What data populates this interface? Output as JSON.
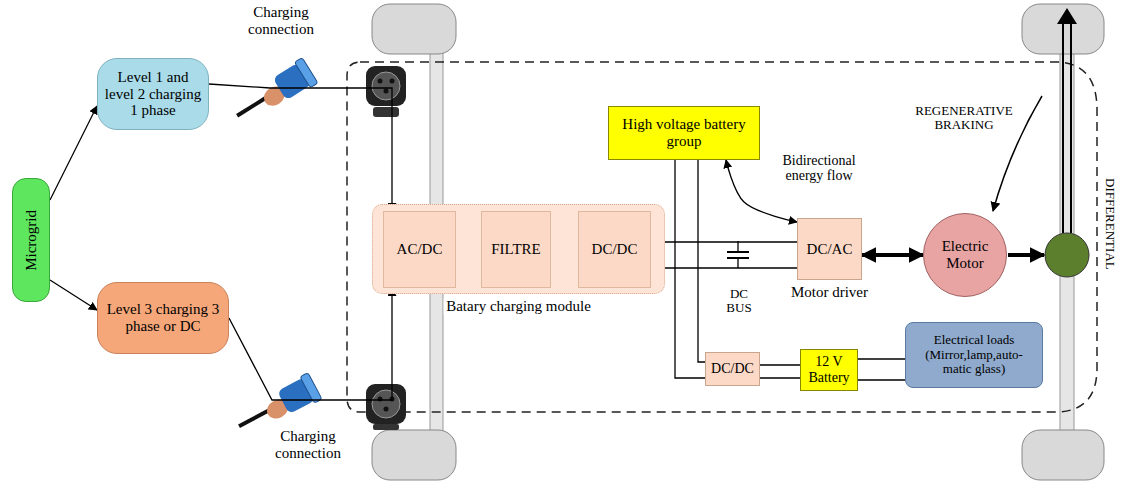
{
  "diagram": {
    "nodes": [
      {
        "text": [
          "Microgrid"
        ]
      },
      {
        "text": [
          "Level 1 and level 2 charging 1 phase"
        ]
      },
      {
        "text": [
          "Level 3 charging 3 phase or DC"
        ]
      },
      {
        "text": [
          "Batary charging module"
        ]
      },
      {
        "text": [
          "AC/DC"
        ],
        "in": 3
      },
      {
        "text": [
          "FILTRE"
        ],
        "in": 3
      },
      {
        "text": [
          "DC/DC"
        ],
        "in": 3
      },
      {
        "text": [
          "High voltage battery group"
        ]
      },
      {
        "text": [
          "DC/AC",
          "Motor driver"
        ]
      },
      {
        "text": [
          "Electric Motor"
        ]
      },
      {
        "text": [
          "DC/DC"
        ]
      },
      {
        "text": [
          "12 V Battery"
        ]
      },
      {
        "text": [
          "Electrical loads",
          "(Mirror,lamp,auto- matic glass)"
        ]
      }
    ],
    "edges": [
      {
        "from": 0,
        "to": 1,
        "arrow": "to"
      },
      {
        "from": 0,
        "to": 2,
        "arrow": "to"
      },
      {
        "from": 1,
        "to": 4,
        "arrow": "to"
      },
      {
        "from": 2,
        "to": 4,
        "arrow": "to"
      },
      {
        "from": 4,
        "to": 5,
        "arrow": "to"
      },
      {
        "from": 5,
        "to": 6,
        "arrow": "to"
      },
      {
        "from": 6,
        "to": 8,
        "arrow": "none"
      },
      {
        "from": 7,
        "to": 8,
        "arrow": "both"
      },
      {
        "from": 7,
        "to": 10,
        "arrow": "none"
      },
      {
        "from": 10,
        "to": 11,
        "arrow": "none"
      },
      {
        "from": 11,
        "to": 12,
        "arrow": "none"
      },
      {
        "from": 8,
        "to": 9,
        "arrow": "both"
      }
    ],
    "labels": [
      "Charging connection",
      "Charging connection",
      "REGENERATIVE BRAKING",
      "Bidirectional energy flow",
      "DC BUS",
      "DIFFERENTIAL"
    ]
  }
}
